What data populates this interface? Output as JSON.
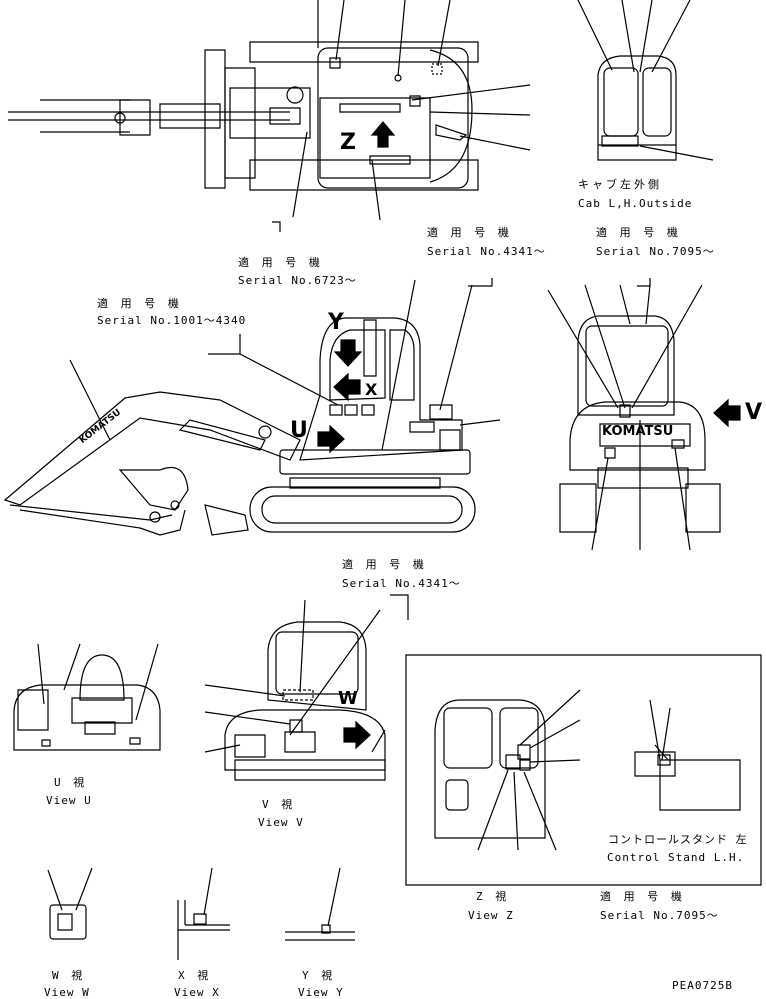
{
  "labels": {
    "serial_6723_jp": "適 用 号 機",
    "serial_6723": "Serial No.6723～",
    "serial_1001_jp": "適 用 号 機",
    "serial_1001": "Serial No.1001～4340",
    "serial_4341_top_jp": "適 用 号 機",
    "serial_4341_top": "Serial No.4341～",
    "serial_7095_top_jp": "適 用 号 機",
    "serial_7095_top": "Serial No.7095～",
    "cab_lh_jp": "キャブ左外側",
    "cab_lh": "Cab L,H.Outside",
    "serial_4341_mid_jp": "適 用 号 機",
    "serial_4341_mid": "Serial No.4341～",
    "view_u_jp": "U 視",
    "view_u": "View U",
    "view_v_jp": "V 視",
    "view_v": "View V",
    "view_z_jp": "Z 視",
    "view_z": "View Z",
    "serial_7095_bot_jp": "適 用 号 機",
    "serial_7095_bot": "Serial No.7095～",
    "control_stand_jp": "コントロールスタンド 左",
    "control_stand": "Control Stand L.H.",
    "view_w_jp": "W 視",
    "view_w": "View W",
    "view_x_jp": "X 視",
    "view_x": "View X",
    "view_y_jp": "Y 視",
    "view_y": "View Y",
    "part_code": "PEA0725B"
  },
  "markers": {
    "z": "Z",
    "y": "Y",
    "x": "X",
    "u": "U",
    "v": "V",
    "w": "W"
  },
  "brand": "KOMATSU"
}
